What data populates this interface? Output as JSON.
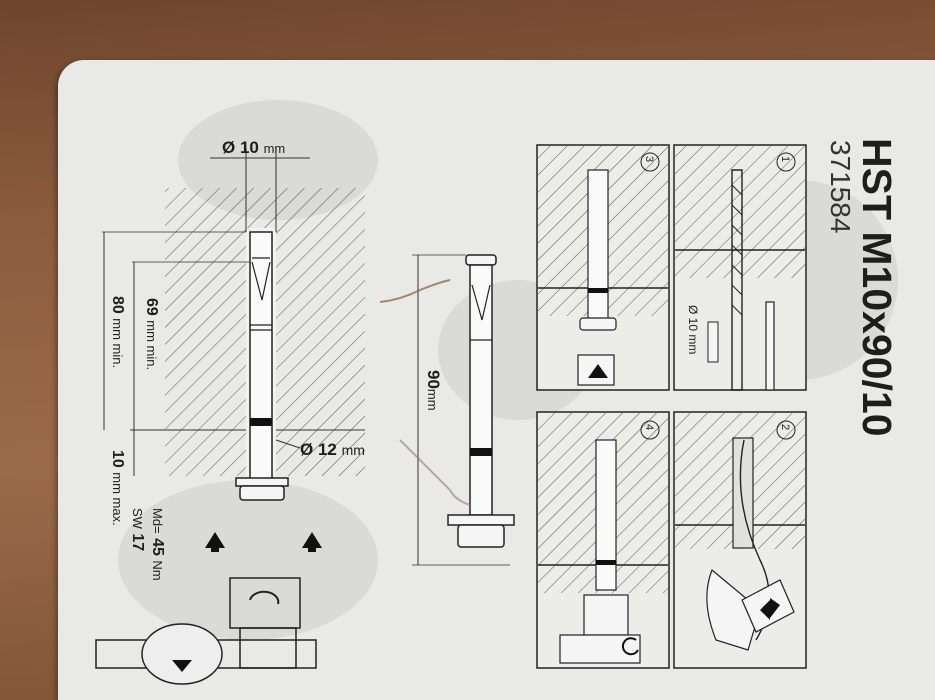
{
  "product": {
    "title": "HST M10x90/10",
    "code": "371584"
  },
  "dims": {
    "hole_diameter_value": "Ø 10",
    "hole_diameter_unit": "mm",
    "fixture_hole_value": "Ø 12",
    "fixture_hole_unit": "mm",
    "anchor_length_value": "90",
    "anchor_length_unit": "mm",
    "embed_min_value": "69",
    "embed_min_unit": "mm min.",
    "depth_min_value": "80",
    "depth_min_unit": "mm min.",
    "fixture_max_value": "10",
    "fixture_max_unit": "mm max.",
    "torque_label": "Md=",
    "torque_value": "45",
    "torque_unit": "Nm",
    "wrench_label": "SW",
    "wrench_value": "17"
  },
  "steps": {
    "step1": {
      "number": "1",
      "drill_label": "Ø 10 mm"
    },
    "step2": {
      "number": "2"
    },
    "step3": {
      "number": "3"
    },
    "step4": {
      "number": "4"
    }
  }
}
